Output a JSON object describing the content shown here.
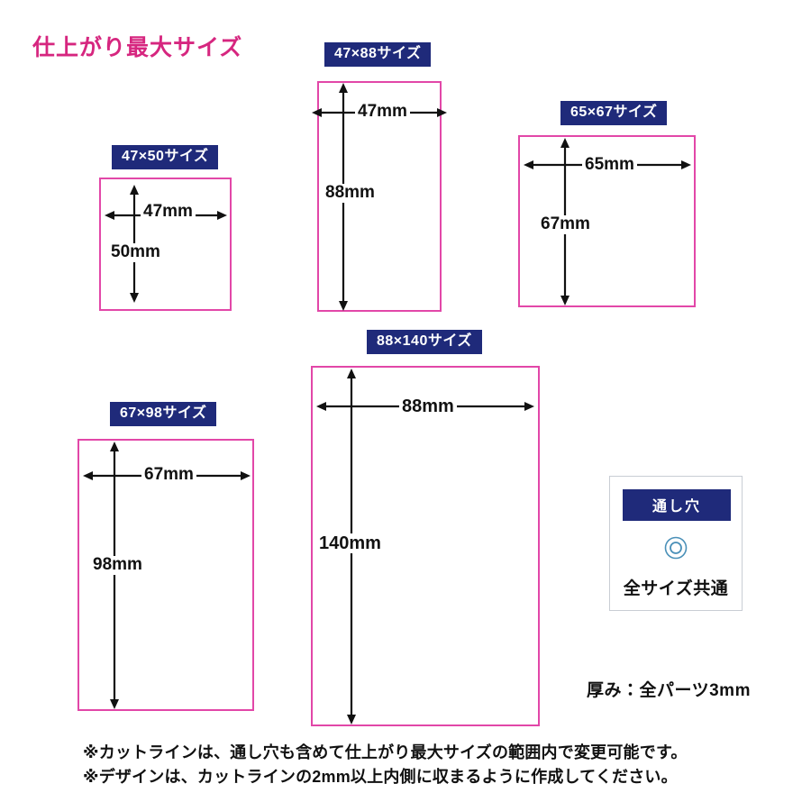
{
  "page": {
    "title": "仕上がり最大サイズ",
    "title_color": "#d6267f",
    "background": "#ffffff"
  },
  "colors": {
    "chip_navy": "#1f2a7a",
    "rect_magenta": "#e247a8",
    "hole_cyan": "#4a90b8",
    "text_black": "#111111",
    "card_border": "#c9cdd4"
  },
  "specs": [
    {
      "id": "47x50",
      "chip_label": "47×50サイズ",
      "width_label": "47mm",
      "height_label": "50mm",
      "width_mm": 47,
      "height_mm": 50
    },
    {
      "id": "47x88",
      "chip_label": "47×88サイズ",
      "width_label": "47mm",
      "height_label": "88mm",
      "width_mm": 47,
      "height_mm": 88
    },
    {
      "id": "65x67",
      "chip_label": "65×67サイズ",
      "width_label": "65mm",
      "height_label": "67mm",
      "width_mm": 65,
      "height_mm": 67
    },
    {
      "id": "88x140",
      "chip_label": "88×140サイズ",
      "width_label": "88mm",
      "height_label": "140mm",
      "width_mm": 88,
      "height_mm": 140
    },
    {
      "id": "67x98",
      "chip_label": "67×98サイズ",
      "width_label": "67mm",
      "height_label": "98mm",
      "width_mm": 67,
      "height_mm": 98
    }
  ],
  "hole_card": {
    "chip_label": "通し穴",
    "icon": "double-circle-hole-icon",
    "caption": "全サイズ共通"
  },
  "thickness": {
    "text": "厚み：全パーツ3mm"
  },
  "footer_notes": [
    "※カットラインは、通し穴も含めて仕上がり最大サイズの範囲内で変更可能です。",
    "※デザインは、カットラインの2mm以上内側に収まるように作成してください。"
  ]
}
